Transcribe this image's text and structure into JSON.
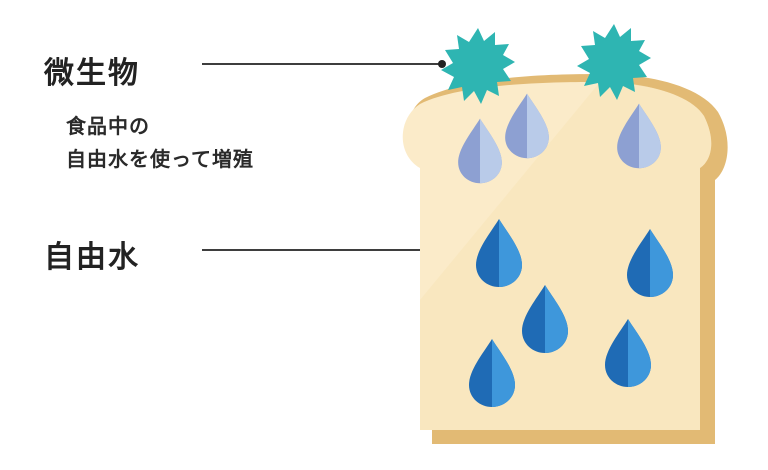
{
  "labels": {
    "microbe": "微生物",
    "microbe_note_line1": "食品中の",
    "microbe_note_line2": "自由水を使って増殖",
    "free_water": "自由水"
  },
  "colors": {
    "bread_crust": "#E2BA74",
    "bread_inner": "#FBEBC9",
    "microbe": "#2EB5B2",
    "free_water_dark": "#1F6BB5",
    "free_water_light": "#3E97DB",
    "used_water_dark": "#8DA0D2",
    "used_water_light": "#B9CBE9",
    "leader_line": "#222222"
  },
  "icons": {
    "microbe": "spiky-microbe-icon",
    "water": "water-drop-icon"
  }
}
